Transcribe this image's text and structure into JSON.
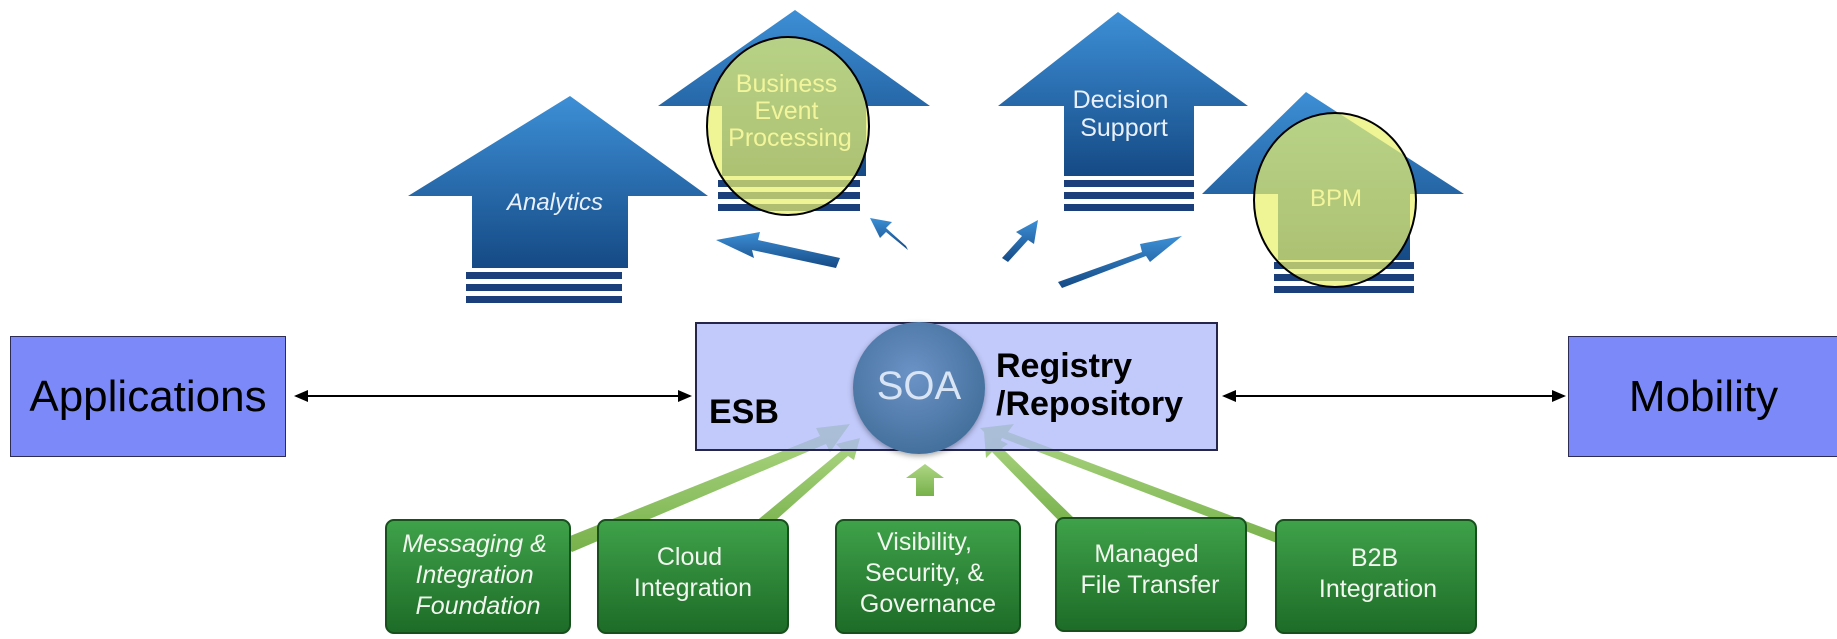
{
  "top_arrows": [
    {
      "label": "Analytics",
      "highlighted": false
    },
    {
      "label": "Business\nEvent\nProcessing",
      "highlighted": true
    },
    {
      "label": "Decision\nSupport",
      "highlighted": false
    },
    {
      "label": "BPM",
      "highlighted": true
    }
  ],
  "center": {
    "soa": "SOA",
    "esb": "ESB",
    "registry": "Registry\n/Repository"
  },
  "left_box": "Applications",
  "right_box": "Mobility",
  "bottom_blocks": [
    "Messaging &\nIntegration\nFoundation",
    "Cloud\nIntegration",
    "Visibility,\nSecurity, &\nGovernance",
    "Managed\nFile Transfer",
    "B2B\nIntegration"
  ],
  "colors": {
    "blue_arrow": "#1f5c9c",
    "green_block": "#2e8b3a",
    "highlight": "#e8f06a",
    "side_box": "#7b8af8"
  }
}
